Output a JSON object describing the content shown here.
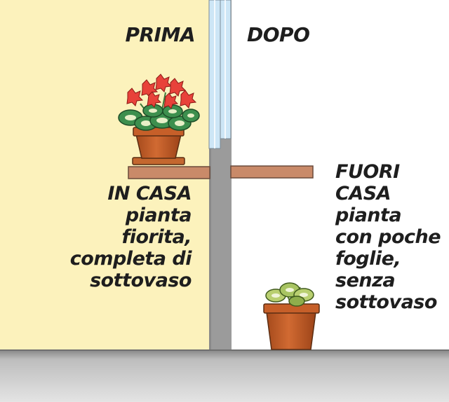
{
  "header": {
    "before": "PRIMA",
    "after": "DOPO"
  },
  "inside": {
    "lines": [
      "IN CASA",
      "pianta",
      "fiorita,",
      "completa di",
      "sottovaso"
    ]
  },
  "outside": {
    "lines": [
      "FUORI",
      "CASA",
      "pianta",
      "con poche",
      "foglie,",
      "senza",
      "sottovaso"
    ]
  },
  "colors": {
    "indoor_wall": "#fcf2bc",
    "outdoor": "#ffffff",
    "wall": "#9b9b9b",
    "window_glass": "#cde6f6",
    "shelf": "#c98a69",
    "pot": "#c5602b",
    "flower": "#e8423a",
    "leaf": "#3d8f4e",
    "faded_leaf": "#b9cf70",
    "floor": "#c4c4c4"
  },
  "icons": [
    "flowering-plant-icon",
    "sparse-plant-icon"
  ]
}
